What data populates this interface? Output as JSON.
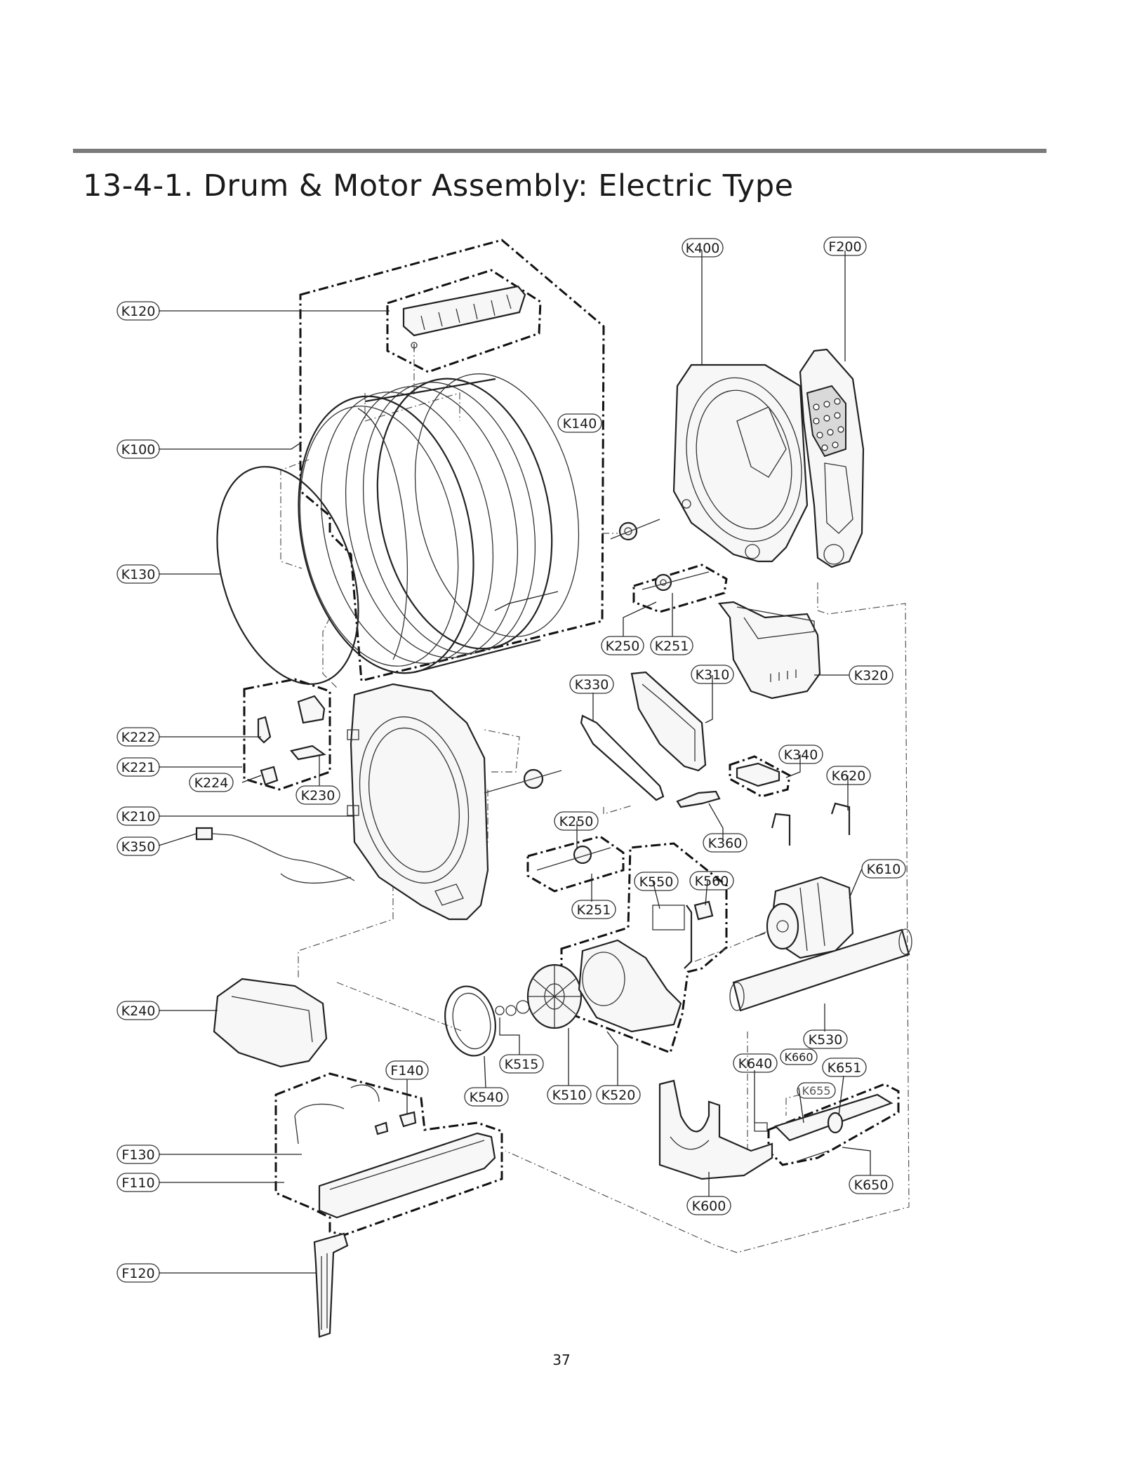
{
  "title": "13-4-1. Drum & Motor Assembly: Electric Type",
  "page_number": "37",
  "callouts": {
    "K400": "K400",
    "F200": "F200",
    "K120": "K120",
    "K140": "K140",
    "K100": "K100",
    "K130": "K130",
    "K250_top": "K250",
    "K251_top": "K251",
    "K310": "K310",
    "K320": "K320",
    "K330": "K330",
    "K222": "K222",
    "K221": "K221",
    "K224": "K224",
    "K230": "K230",
    "K340": "K340",
    "K620": "K620",
    "K210": "K210",
    "K250_mid": "K250",
    "K360": "K360",
    "K350": "K350",
    "K610": "K610",
    "K550": "K550",
    "K560": "K560",
    "K251_mid": "K251",
    "K240": "K240",
    "K530": "K530",
    "K515": "K515",
    "K640": "K640",
    "K660": "K660",
    "K651": "K651",
    "F140": "F140",
    "K655": "K655",
    "K540": "K540",
    "K510": "K510",
    "K520": "K520",
    "F130": "F130",
    "F110": "F110",
    "K650": "K650",
    "K600": "K600",
    "F120": "F120"
  }
}
